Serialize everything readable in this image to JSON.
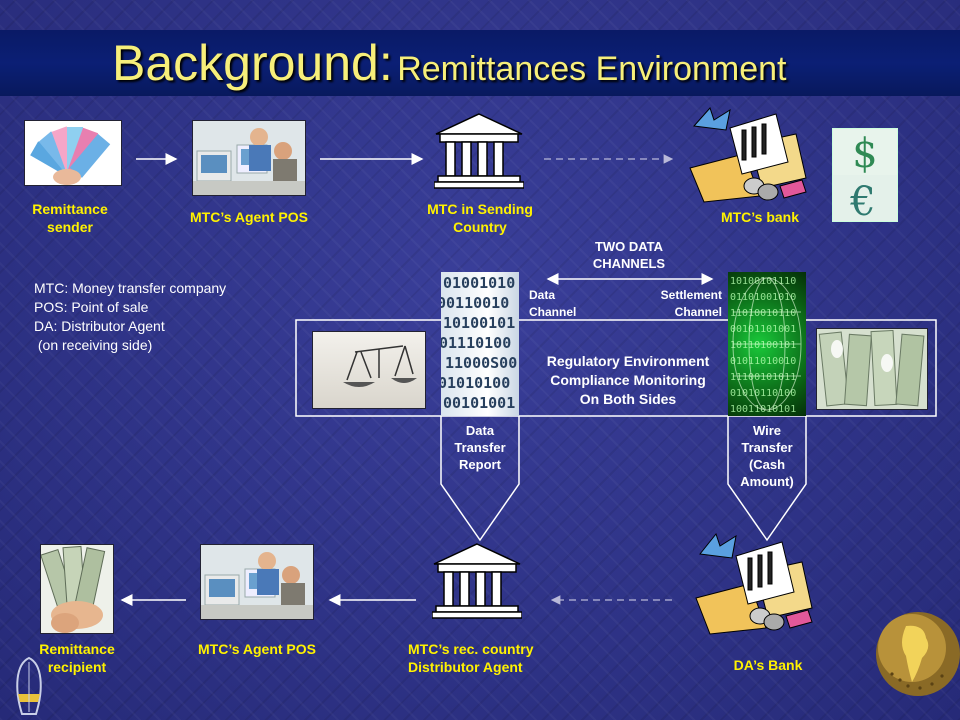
{
  "slide": {
    "title_main": "Background:",
    "title_sub": "Remittances Environment"
  },
  "top_row": {
    "sender": "Remittance sender",
    "agent_pos": "MTC’s Agent POS",
    "mtc_sending": "MTC  in Sending Country",
    "mtc_bank": "MTC’s bank"
  },
  "legend": [
    "MTC: Money transfer company",
    "POS: Point of sale",
    "DA: Distributor Agent",
    " (on receiving side)"
  ],
  "channels": {
    "heading": "TWO DATA CHANNELS",
    "data_channel": "Data Channel",
    "settlement_channel": "Settlement Channel"
  },
  "regulatory": [
    "Regulatory Environment",
    "Compliance Monitoring",
    "On Both Sides"
  ],
  "data_transfer_report": "Data Transfer Report",
  "wire_transfer": "Wire Transfer (Cash Amount)",
  "bottom_row": {
    "recipient": "Remittance recipient",
    "agent_pos": "MTC’s Agent POS",
    "rec_country": "MTC’s rec. country Distributor Agent",
    "da_bank": "DA’s Bank"
  },
  "colors": {
    "background": "#2b2f84",
    "title_bar": "#0b1f75",
    "title_text": "#f7ef7a",
    "node_labels": "#fff200",
    "body_text": "#ffffff"
  },
  "icons": {
    "sender": "cash-fan-icon",
    "agent": "office-workers-icon",
    "institution": "bank-building-icon",
    "bank": "bank-clipart-icon",
    "currency": "currency-symbols-icon",
    "scales": "scales-of-justice-icon",
    "money": "money-icon"
  }
}
